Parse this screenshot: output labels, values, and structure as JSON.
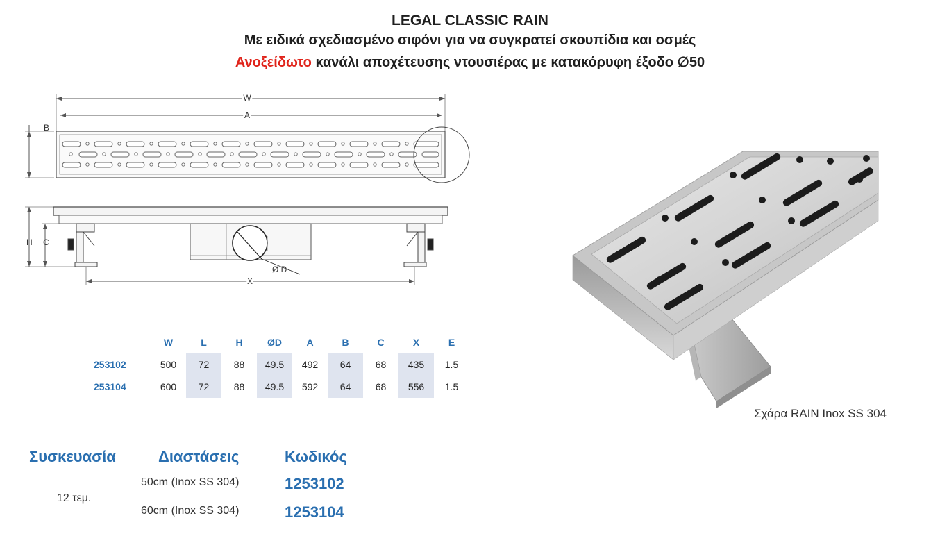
{
  "header": {
    "title": "LEGAL CLASSIC RAIN",
    "subtitle": "Με ειδικά σχεδιασμένο σιφόνι για να συγκρατεί σκουπίδια και οσμές",
    "line3_red": "Ανοξείδωτο",
    "line3_rest": " κανάλι αποχέτευσης ντουσιέρας με κατακόρυφη έξοδο ∅50"
  },
  "drawing": {
    "label_w": "W",
    "label_a": "A",
    "label_b": "B",
    "label_h": "H",
    "label_c": "C",
    "label_x": "X",
    "label_d": "Ø D"
  },
  "dimensions_table": {
    "columns": [
      "W",
      "L",
      "H",
      "ØD",
      "A",
      "B",
      "C",
      "X",
      "E"
    ],
    "rows": [
      {
        "code": "253102",
        "values": [
          "500",
          "72",
          "88",
          "49.5",
          "492",
          "64",
          "68",
          "435",
          "1.5"
        ]
      },
      {
        "code": "253104",
        "values": [
          "600",
          "72",
          "88",
          "49.5",
          "592",
          "64",
          "68",
          "556",
          "1.5"
        ]
      }
    ]
  },
  "photo": {
    "caption": "Σχάρα RAIN Inox SS 304"
  },
  "packaging": {
    "headers": {
      "packaging": "Συσκευασία",
      "dimensions": "Διαστάσεις",
      "code": "Κωδικός"
    },
    "quantity": "12 τεμ.",
    "items": [
      {
        "dimension": "50cm (Inox SS 304)",
        "code": "1253102"
      },
      {
        "dimension": "60cm (Inox SS 304)",
        "code": "1253104"
      }
    ]
  },
  "colors": {
    "accent_blue": "#2a6fb0",
    "accent_red": "#e0241b",
    "shade": "#dfe4ef"
  }
}
